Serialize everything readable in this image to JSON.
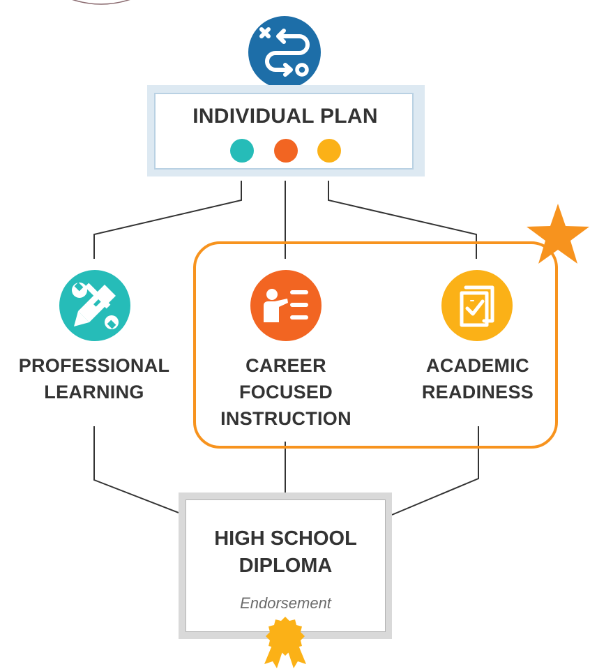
{
  "plan": {
    "title": "INDIVIDUAL PLAN",
    "dots": [
      "#26bcb8",
      "#f26522",
      "#fbb117"
    ]
  },
  "pillars": [
    {
      "line1": "PROFESSIONAL",
      "line2": "LEARNING",
      "line3": "",
      "color": "#26bcb8",
      "icon": "tools-icon"
    },
    {
      "line1": "CAREER",
      "line2": "FOCUSED",
      "line3": "INSTRUCTION",
      "color": "#f26522",
      "icon": "teacher-board-icon"
    },
    {
      "line1": "ACADEMIC",
      "line2": "READINESS",
      "line3": "",
      "color": "#fbb117",
      "icon": "checklist-icon"
    }
  ],
  "diploma": {
    "line1": "HIGH SCHOOL",
    "line2": "DIPLOMA",
    "subtitle": "Endorsement"
  },
  "colors": {
    "plan_icon": "#1d6ea8",
    "highlight": "#f7931e",
    "star": "#f7931e",
    "connector": "#333333",
    "award": "#fbb117"
  }
}
